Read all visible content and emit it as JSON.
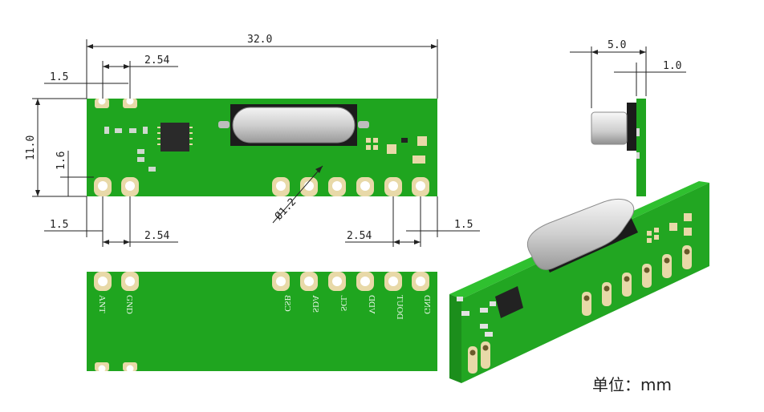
{
  "dimensions": {
    "length": "32.0",
    "height": "11.0",
    "pitch_top": "2.54",
    "offset_top": "1.5",
    "pad_height": "1.6",
    "hole_diameter": "Ø1.2",
    "offset_bottom_left": "1.5",
    "pitch_bottom_left": "2.54",
    "pitch_bottom_right": "2.54",
    "offset_bottom_right": "1.5",
    "side_thickness": "5.0",
    "side_board": "1.0"
  },
  "pins": [
    "ANT",
    "GND",
    "CSB",
    "SDA",
    "SCL",
    "VDD",
    "DOUT",
    "GND"
  ],
  "unit_label": "单位：mm",
  "colors": {
    "pcb": "#1fa51f",
    "pad": "#e8d9a8",
    "chip": "#2a2a2a",
    "crystal": "#d9d9d9"
  }
}
